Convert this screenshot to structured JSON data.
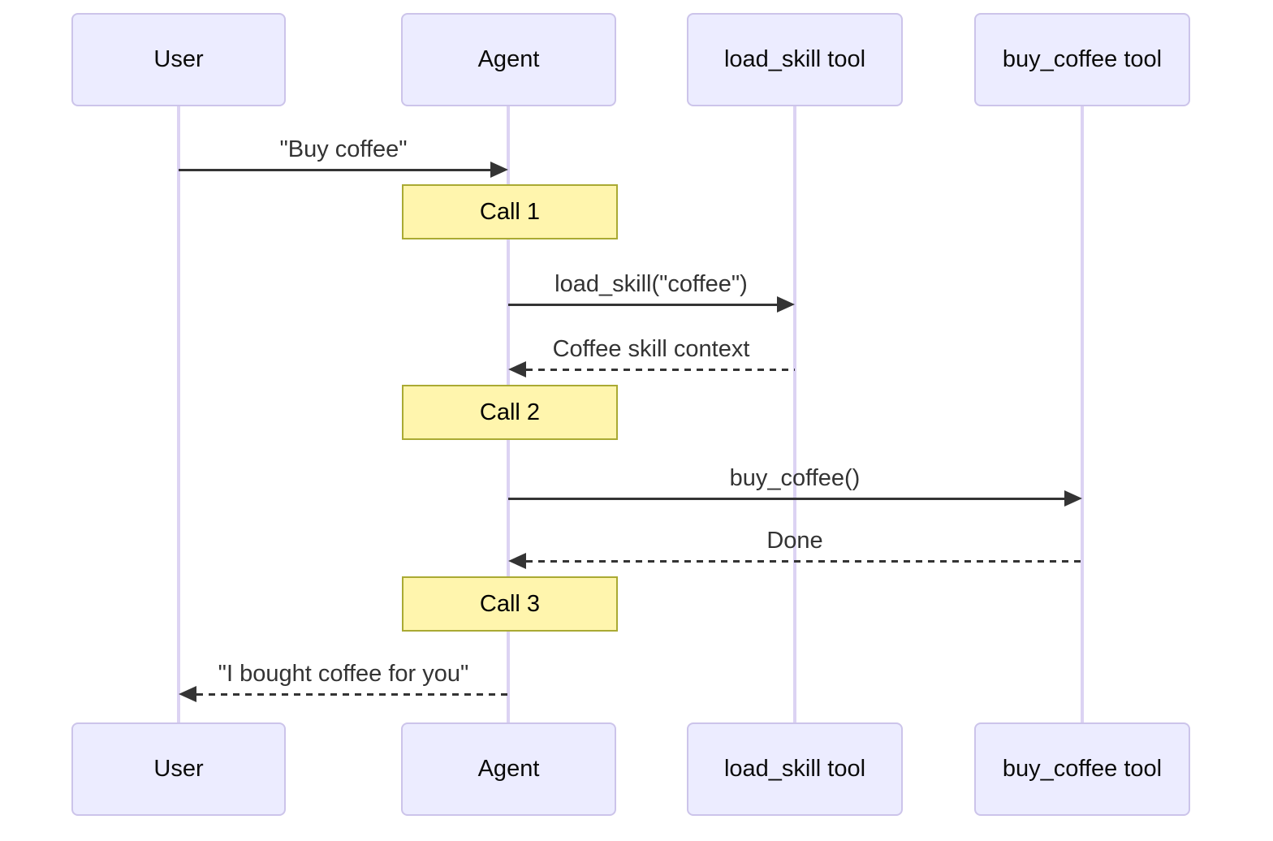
{
  "diagram": {
    "type": "sequence",
    "background_color": "#ffffff",
    "participants": [
      {
        "name": "User"
      },
      {
        "name": "Agent"
      },
      {
        "name": "load_skill tool"
      },
      {
        "name": "buy_coffee tool"
      }
    ],
    "messages": [
      {
        "from": "User",
        "to": "Agent",
        "label": "\"Buy coffee\"",
        "line": "solid",
        "direction": "right"
      },
      {
        "from": "Agent",
        "to": "load_skill tool",
        "label": "load_skill(\"coffee\")",
        "line": "solid",
        "direction": "right"
      },
      {
        "from": "load_skill tool",
        "to": "Agent",
        "label": "Coffee skill context",
        "line": "dashed",
        "direction": "left"
      },
      {
        "from": "Agent",
        "to": "buy_coffee tool",
        "label": "buy_coffee()",
        "line": "solid",
        "direction": "right"
      },
      {
        "from": "buy_coffee tool",
        "to": "Agent",
        "label": "Done",
        "line": "dashed",
        "direction": "left"
      },
      {
        "from": "Agent",
        "to": "User",
        "label": "\"I bought coffee for you\"",
        "line": "dashed",
        "direction": "left"
      }
    ],
    "notes": [
      {
        "label": "Call 1",
        "over": "Agent"
      },
      {
        "label": "Call 2",
        "over": "Agent"
      },
      {
        "label": "Call 3",
        "over": "Agent"
      }
    ],
    "colors": {
      "actor_fill": "#ECECFF",
      "actor_border": "#CCC4EA",
      "lifeline": "#DCD3F3",
      "note_fill": "#FFF5AD",
      "note_border": "#AAAA33",
      "message_line": "#343434",
      "message_text": "#333333"
    }
  }
}
